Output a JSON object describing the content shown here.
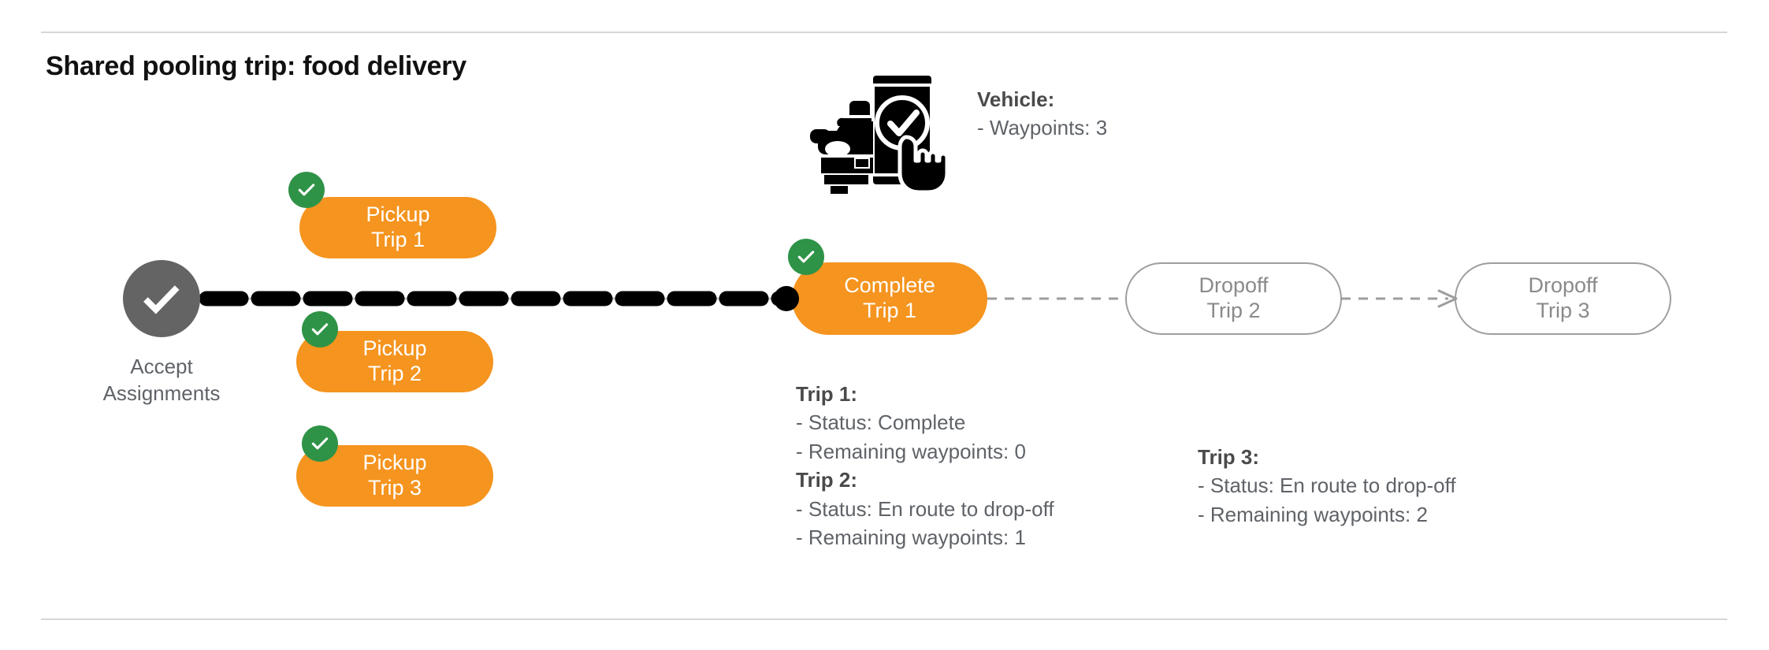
{
  "page": {
    "title": "Shared pooling trip: food delivery",
    "background": "#ffffff",
    "accent_orange": "#F5941F",
    "accent_green": "#2F9347",
    "accept_gray": "#646464",
    "text_gray": "#5f6368",
    "outline_gray": "#9e9e9e"
  },
  "start_node": {
    "name": "accept-assignments",
    "icon": "check-circle-icon",
    "label_line1": "Accept",
    "label_line2": "Assignments"
  },
  "pickups": [
    {
      "line1": "Pickup",
      "line2": "Trip 1",
      "badge": "check-badge-icon",
      "state": "complete"
    },
    {
      "line1": "Pickup",
      "line2": "Trip 2",
      "badge": "check-badge-icon",
      "state": "complete"
    },
    {
      "line1": "Pickup",
      "line2": "Trip 3",
      "badge": "check-badge-icon",
      "state": "complete"
    }
  ],
  "complete_node": {
    "line1": "Complete",
    "line2": "Trip 1",
    "badge": "check-badge-icon",
    "state": "complete"
  },
  "dropoffs": [
    {
      "line1": "Dropoff",
      "line2": "Trip 2",
      "state": "pending"
    },
    {
      "line1": "Dropoff",
      "line2": "Trip 3",
      "state": "pending"
    }
  ],
  "vehicle": {
    "icon": "car-phone-check-icon",
    "heading": "Vehicle:",
    "detail": "- Waypoints: 3"
  },
  "trip_info_left": {
    "trip1_header": "Trip 1:",
    "trip1_status": "- Status:  Complete",
    "trip1_waypoints": "- Remaining waypoints: 0",
    "trip2_header": "Trip 2:",
    "trip2_status": "- Status:  En route to drop-off",
    "trip2_waypoints": "- Remaining waypoints: 1"
  },
  "trip_info_right": {
    "trip3_header": "Trip 3:",
    "trip3_status": "- Status:  En route to drop-off",
    "trip3_waypoints": "- Remaining waypoints: 2"
  }
}
